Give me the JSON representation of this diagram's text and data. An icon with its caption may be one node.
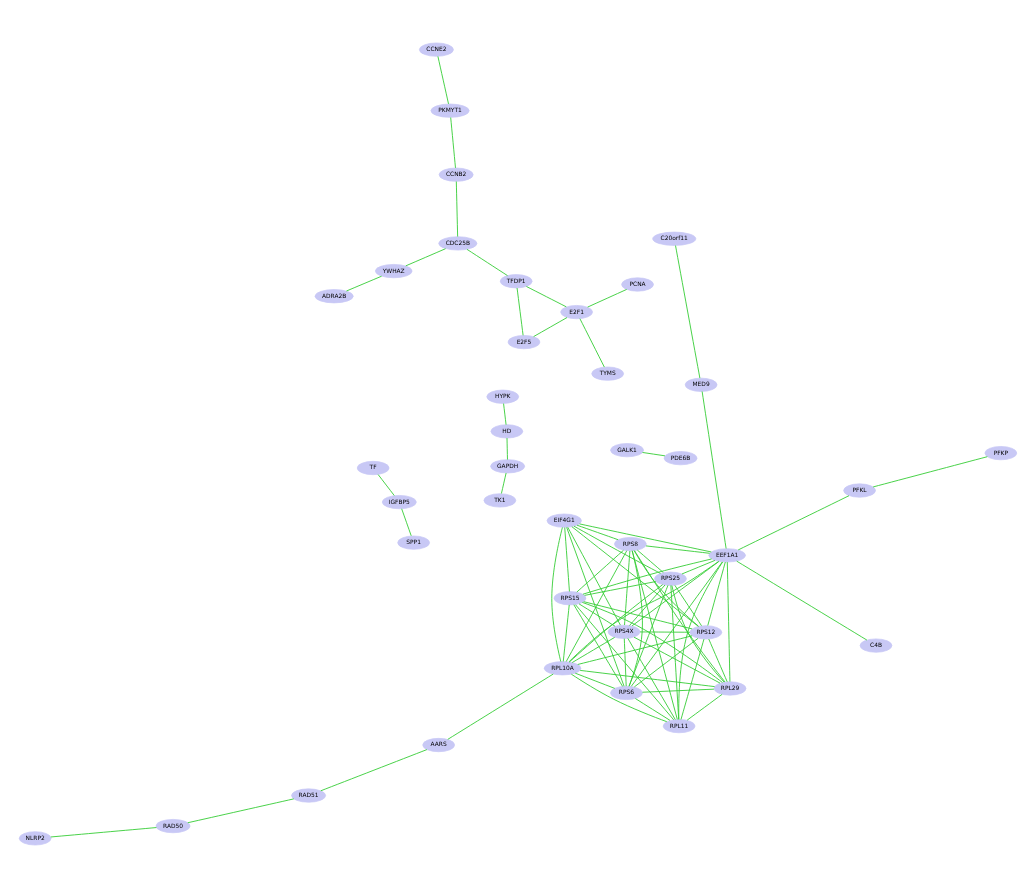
{
  "diagram": {
    "nodes": [
      {
        "text": [
          "EIF4G1"
        ]
      },
      {
        "text": [
          "RPS12"
        ]
      },
      {
        "text": [
          "RPS6"
        ]
      },
      {
        "text": [
          "RPS8"
        ]
      },
      {
        "text": [
          "RPS25"
        ]
      },
      {
        "text": [
          "RPS4X"
        ]
      },
      {
        "text": [
          "RPS15"
        ]
      },
      {
        "text": [
          "RPL10A"
        ]
      },
      {
        "text": [
          "EEF1A1"
        ]
      },
      {
        "text": [
          "RPL29"
        ]
      },
      {
        "text": [
          "RPL11"
        ]
      },
      {
        "text": [
          "C20orf11"
        ]
      },
      {
        "text": [
          "MED9"
        ]
      },
      {
        "text": [
          "C4B"
        ]
      },
      {
        "text": [
          "PFKL"
        ]
      },
      {
        "text": [
          "PFKP"
        ]
      },
      {
        "text": [
          "AARS"
        ]
      },
      {
        "text": [
          "RAD51"
        ]
      },
      {
        "text": [
          "RAD50"
        ]
      },
      {
        "text": [
          "NLRP2"
        ]
      },
      {
        "text": [
          "ADRA2B"
        ]
      },
      {
        "text": [
          "YWHAZ"
        ]
      },
      {
        "text": [
          "CCNE2"
        ]
      },
      {
        "text": [
          "PKMYT1"
        ]
      },
      {
        "text": [
          "CCNB2"
        ]
      },
      {
        "text": [
          "CDC25B"
        ]
      },
      {
        "text": [
          "TFDP1"
        ]
      },
      {
        "text": [
          "PCNA"
        ]
      },
      {
        "text": [
          "E2F1"
        ]
      },
      {
        "text": [
          "E2F5"
        ]
      },
      {
        "text": [
          "TYMS"
        ]
      },
      {
        "text": [
          "TF"
        ]
      },
      {
        "text": [
          "IGFBP5"
        ]
      },
      {
        "text": [
          "SPP1"
        ]
      },
      {
        "text": [
          "TK1"
        ]
      },
      {
        "text": [
          "GAPDH"
        ]
      },
      {
        "text": [
          "HD"
        ]
      },
      {
        "text": [
          "HYPK"
        ]
      },
      {
        "text": [
          "GALK1"
        ]
      },
      {
        "text": [
          "PDE6B"
        ]
      }
    ],
    "edges": [
      {
        "from": 0,
        "to": 1,
        "arrow": "none"
      },
      {
        "from": 0,
        "to": 2,
        "arrow": "none"
      },
      {
        "from": 0,
        "to": 3,
        "arrow": "none"
      },
      {
        "from": 0,
        "to": 4,
        "arrow": "none"
      },
      {
        "from": 0,
        "to": 5,
        "arrow": "none"
      },
      {
        "from": 0,
        "to": 6,
        "arrow": "none"
      },
      {
        "from": 0,
        "to": 7,
        "arrow": "none"
      },
      {
        "from": 0,
        "to": 8,
        "arrow": "none"
      },
      {
        "from": 1,
        "to": 2,
        "arrow": "none"
      },
      {
        "from": 1,
        "to": 3,
        "arrow": "none"
      },
      {
        "from": 1,
        "to": 4,
        "arrow": "none"
      },
      {
        "from": 1,
        "to": 5,
        "arrow": "none"
      },
      {
        "from": 1,
        "to": 6,
        "arrow": "none"
      },
      {
        "from": 1,
        "to": 7,
        "arrow": "none"
      },
      {
        "from": 1,
        "to": 8,
        "arrow": "none"
      },
      {
        "from": 1,
        "to": 9,
        "arrow": "none"
      },
      {
        "from": 1,
        "to": 10,
        "arrow": "none"
      },
      {
        "from": 2,
        "to": 3,
        "arrow": "none"
      },
      {
        "from": 2,
        "to": 4,
        "arrow": "none"
      },
      {
        "from": 2,
        "to": 5,
        "arrow": "none"
      },
      {
        "from": 2,
        "to": 6,
        "arrow": "none"
      },
      {
        "from": 2,
        "to": 7,
        "arrow": "none"
      },
      {
        "from": 2,
        "to": 8,
        "arrow": "none"
      },
      {
        "from": 2,
        "to": 9,
        "arrow": "none"
      },
      {
        "from": 2,
        "to": 10,
        "arrow": "none"
      },
      {
        "from": 3,
        "to": 4,
        "arrow": "none"
      },
      {
        "from": 3,
        "to": 5,
        "arrow": "none"
      },
      {
        "from": 3,
        "to": 6,
        "arrow": "none"
      },
      {
        "from": 3,
        "to": 7,
        "arrow": "none"
      },
      {
        "from": 3,
        "to": 8,
        "arrow": "none"
      },
      {
        "from": 3,
        "to": 9,
        "arrow": "none"
      },
      {
        "from": 3,
        "to": 10,
        "arrow": "none"
      },
      {
        "from": 4,
        "to": 5,
        "arrow": "none"
      },
      {
        "from": 4,
        "to": 6,
        "arrow": "none"
      },
      {
        "from": 4,
        "to": 7,
        "arrow": "none"
      },
      {
        "from": 4,
        "to": 8,
        "arrow": "none"
      },
      {
        "from": 4,
        "to": 9,
        "arrow": "none"
      },
      {
        "from": 4,
        "to": 10,
        "arrow": "none"
      },
      {
        "from": 5,
        "to": 6,
        "arrow": "none"
      },
      {
        "from": 5,
        "to": 7,
        "arrow": "none"
      },
      {
        "from": 5,
        "to": 8,
        "arrow": "none"
      },
      {
        "from": 5,
        "to": 9,
        "arrow": "none"
      },
      {
        "from": 5,
        "to": 10,
        "arrow": "none"
      },
      {
        "from": 6,
        "to": 7,
        "arrow": "none"
      },
      {
        "from": 6,
        "to": 8,
        "arrow": "none"
      },
      {
        "from": 6,
        "to": 9,
        "arrow": "none"
      },
      {
        "from": 6,
        "to": 10,
        "arrow": "none"
      },
      {
        "from": 7,
        "to": 8,
        "arrow": "none"
      },
      {
        "from": 7,
        "to": 9,
        "arrow": "none"
      },
      {
        "from": 7,
        "to": 10,
        "arrow": "none"
      },
      {
        "from": 8,
        "to": 9,
        "arrow": "none"
      },
      {
        "from": 8,
        "to": 10,
        "arrow": "none"
      },
      {
        "from": 9,
        "to": 10,
        "arrow": "none"
      },
      {
        "from": 11,
        "to": 12,
        "arrow": "none"
      },
      {
        "from": 12,
        "to": 8,
        "arrow": "none"
      },
      {
        "from": 8,
        "to": 13,
        "arrow": "none"
      },
      {
        "from": 8,
        "to": 14,
        "arrow": "none"
      },
      {
        "from": 14,
        "to": 15,
        "arrow": "none"
      },
      {
        "from": 7,
        "to": 16,
        "arrow": "none"
      },
      {
        "from": 16,
        "to": 17,
        "arrow": "none"
      },
      {
        "from": 17,
        "to": 18,
        "arrow": "none"
      },
      {
        "from": 18,
        "to": 19,
        "arrow": "none"
      },
      {
        "from": 20,
        "to": 21,
        "arrow": "none"
      },
      {
        "from": 22,
        "to": 23,
        "arrow": "none"
      },
      {
        "from": 23,
        "to": 24,
        "arrow": "none"
      },
      {
        "from": 24,
        "to": 25,
        "arrow": "none"
      },
      {
        "from": 21,
        "to": 25,
        "arrow": "none"
      },
      {
        "from": 25,
        "to": 26,
        "arrow": "none"
      },
      {
        "from": 26,
        "to": 28,
        "arrow": "none"
      },
      {
        "from": 26,
        "to": 29,
        "arrow": "none"
      },
      {
        "from": 29,
        "to": 28,
        "arrow": "none"
      },
      {
        "from": 27,
        "to": 28,
        "arrow": "none"
      },
      {
        "from": 28,
        "to": 30,
        "arrow": "none"
      },
      {
        "from": 31,
        "to": 32,
        "arrow": "none"
      },
      {
        "from": 32,
        "to": 33,
        "arrow": "none"
      },
      {
        "from": 34,
        "to": 35,
        "arrow": "none"
      },
      {
        "from": 35,
        "to": 36,
        "arrow": "none"
      },
      {
        "from": 36,
        "to": 37,
        "arrow": "none"
      },
      {
        "from": 38,
        "to": 39,
        "arrow": "none"
      }
    ]
  }
}
